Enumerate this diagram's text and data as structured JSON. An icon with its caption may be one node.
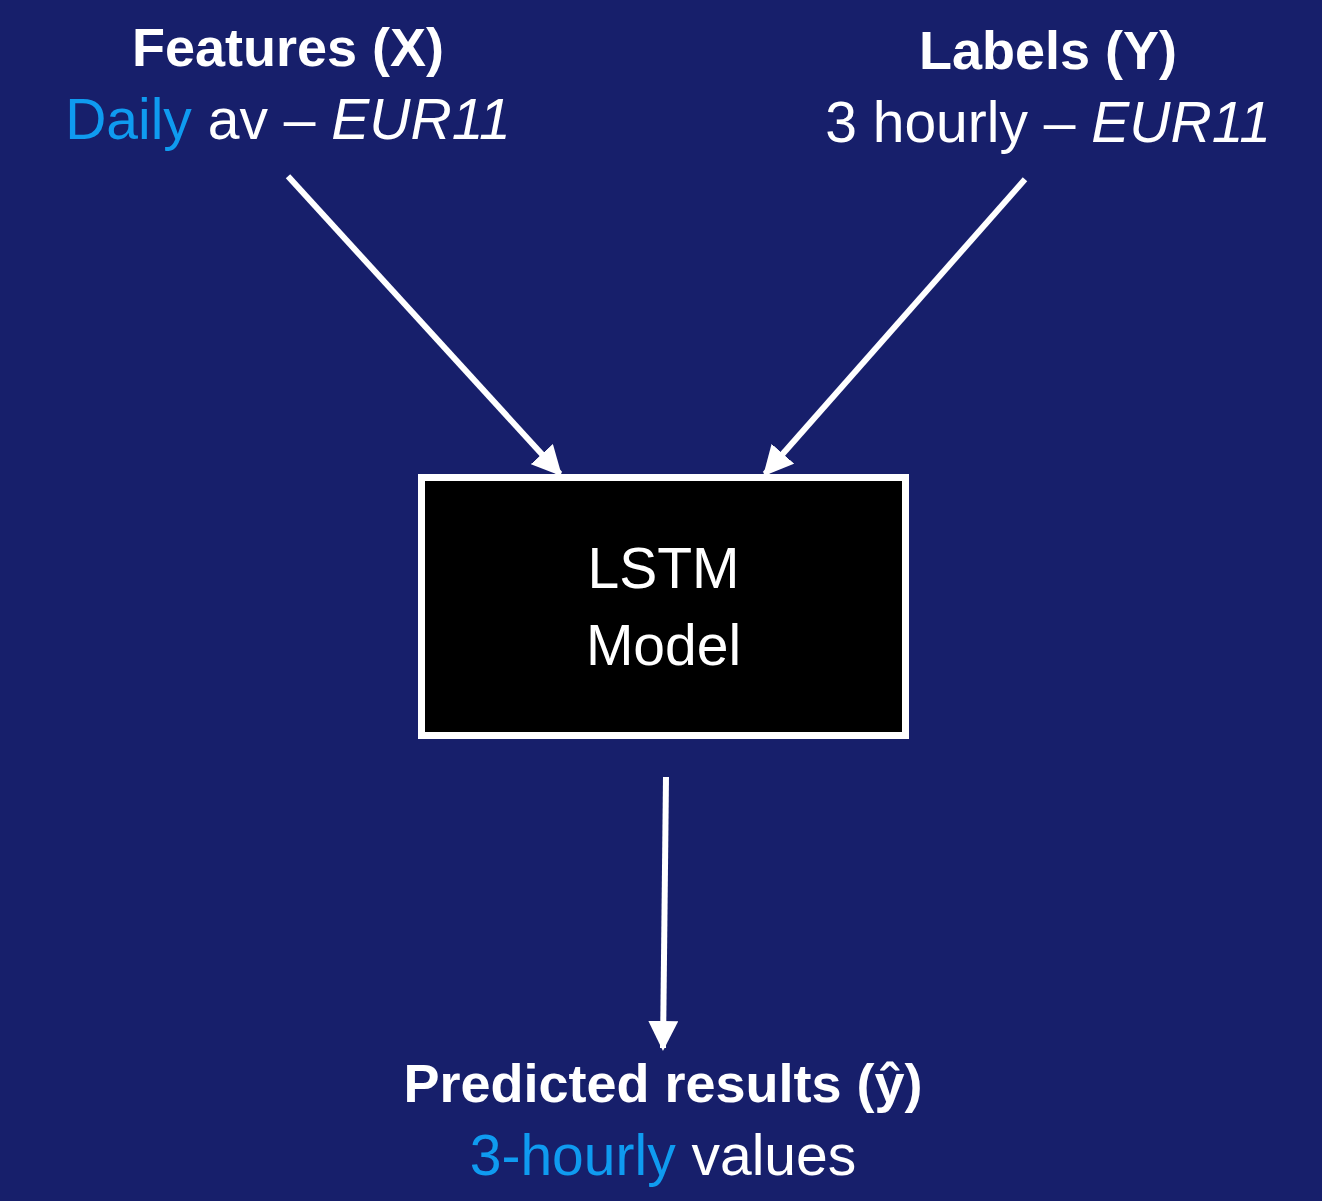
{
  "diagram": {
    "nodes": [
      {
        "text": [
          "Features (X)",
          "Daily",
          "av – *EUR11*"
        ]
      },
      {
        "text": [
          "Labels (Y)",
          "3 hourly – *EUR11*"
        ]
      },
      {
        "text": [
          "LSTM Model"
        ]
      },
      {
        "text": [
          "Predicted results (ŷ)",
          "3-hourly",
          "values"
        ]
      }
    ],
    "edges": [
      {
        "from": 0,
        "to": 2,
        "arrow": "to"
      },
      {
        "from": 1,
        "to": 2,
        "arrow": "to"
      },
      {
        "from": 2,
        "to": 3,
        "arrow": "to"
      }
    ]
  }
}
